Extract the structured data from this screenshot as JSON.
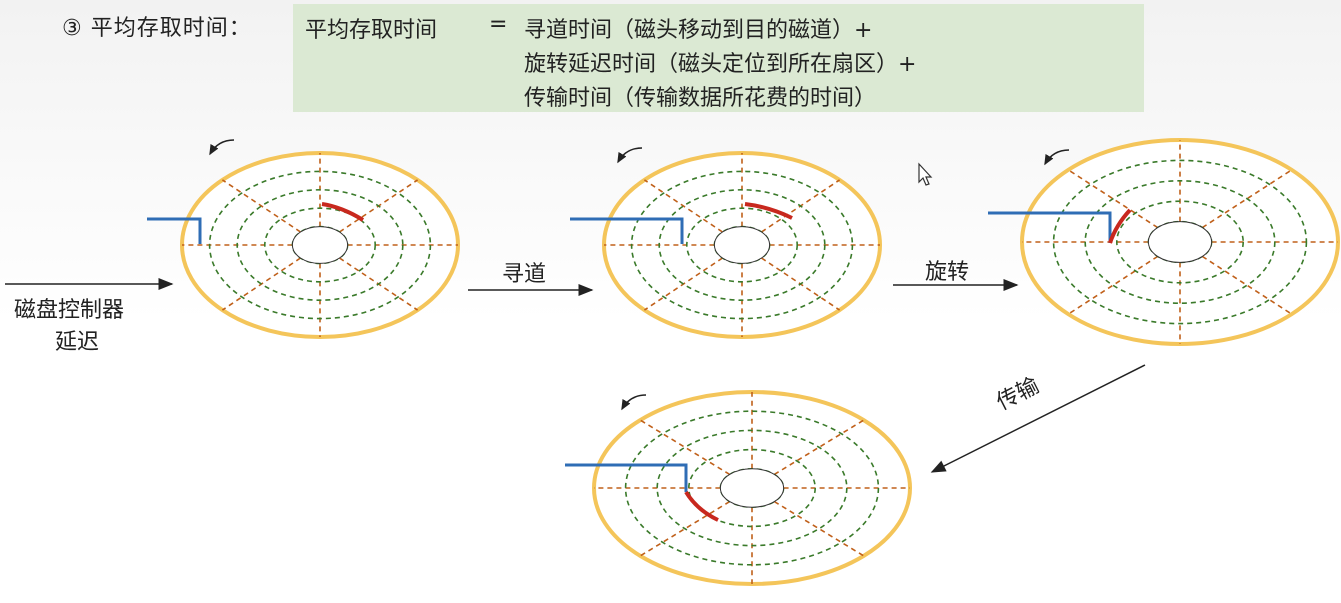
{
  "heading": "③ 平均存取时间：",
  "formula": {
    "lhs": "平均存取时间",
    "eq": "=",
    "lines": [
      "寻道时间（磁头移动到目的磁道）+",
      "旋转延迟时间（磁头定位到所在扇区）+",
      "传输时间（传输数据所花费的时间）"
    ]
  },
  "labels": {
    "controller_line1": "磁盘控制器",
    "controller_line2": "延迟",
    "seek": "寻道",
    "rotate": "旋转",
    "transfer": "传输"
  },
  "colors": {
    "platter_rim": "#f4c55a",
    "track": "#3a7a2a",
    "sector_line": "#c0601a",
    "arm": "#2f6db5",
    "data_arc": "#c8281e",
    "formula_bg": "#dbe9d3"
  },
  "icons": [
    "rotation-arrow-icon",
    "mouse-cursor-icon"
  ]
}
